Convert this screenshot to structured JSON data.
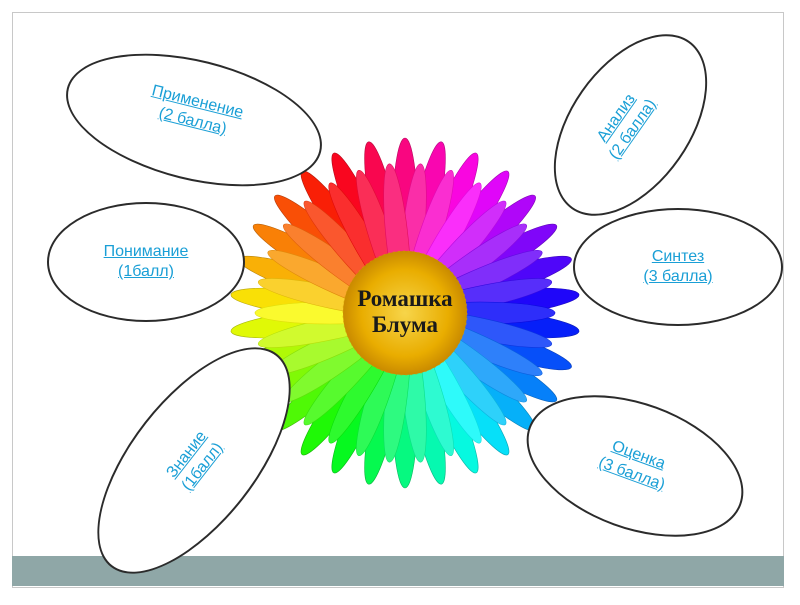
{
  "center": {
    "line1": "Ромашка",
    "line2": "Блума"
  },
  "petals": [
    {
      "line1": "Применение",
      "line2": "(2 балла)"
    },
    {
      "line1": "Анализ",
      "line2": "(2 балла)"
    },
    {
      "line1": "Понимание",
      "line2": "(1балл)"
    },
    {
      "line1": "Синтез",
      "line2": "(3 балла)"
    },
    {
      "line1": "Знание",
      "line2": "(1балл)"
    },
    {
      "line1": "Оценка",
      "line2": "(3 балла)"
    }
  ],
  "colors": {
    "link": "#1a9fd6",
    "outline": "#2b2b2b",
    "bottom_bar": "#8fa7a7",
    "flower_center": "#f2b705"
  }
}
